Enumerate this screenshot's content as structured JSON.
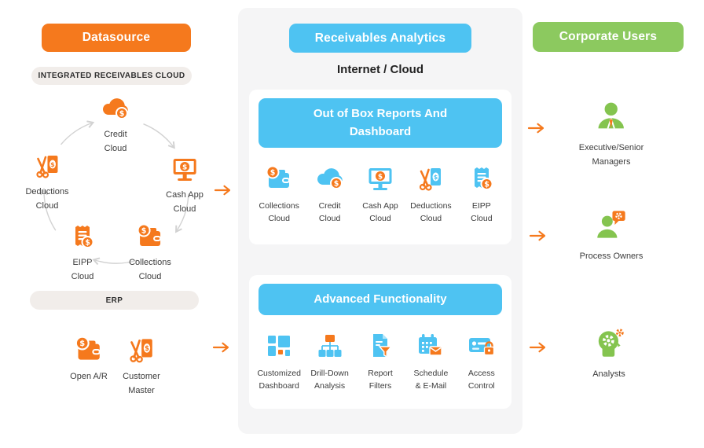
{
  "colors": {
    "orange": "#F5791D",
    "blue": "#4EC3F2",
    "green": "#8CC95F",
    "green_icon": "#84C44F",
    "cycle_arrow": "#D2D2D2",
    "pill_bg": "#F1EDEA",
    "panel_bg": "#F5F5F6",
    "white": "#FFFFFF"
  },
  "left": {
    "header": "Datasource",
    "integrated_pill": "INTEGRATED RECEIVABLES CLOUD",
    "cycle": [
      {
        "label": "Credit\nCloud",
        "icon": "cloud-dollar"
      },
      {
        "label": "Cash App\nCloud",
        "icon": "monitor-dollar"
      },
      {
        "label": "Collections\nCloud",
        "icon": "wallet-dollar"
      },
      {
        "label": "EIPP\nCloud",
        "icon": "receipt-dollar"
      },
      {
        "label": "Deductions\nCloud",
        "icon": "scissors-bill"
      }
    ],
    "erp_pill": "ERP",
    "erp_items": [
      {
        "label": "Open A/R",
        "icon": "wallet-dollar"
      },
      {
        "label": "Customer\nMaster",
        "icon": "scissors-bill"
      }
    ]
  },
  "middle": {
    "header": "Receivables Analytics",
    "subtitle": "Internet / Cloud",
    "sections": [
      {
        "title": "Out of Box Reports And Dashboard",
        "items": [
          {
            "label": "Collections\nCloud",
            "icon": "wallet-dollar"
          },
          {
            "label": "Credit\nCloud",
            "icon": "cloud-dollar"
          },
          {
            "label": "Cash App\nCloud",
            "icon": "monitor-dollar"
          },
          {
            "label": "Deductions\nCloud",
            "icon": "scissors-bill"
          },
          {
            "label": "EIPP\nCloud",
            "icon": "receipt-dollar"
          }
        ]
      },
      {
        "title": "Advanced Functionality",
        "items": [
          {
            "label": "Customized\nDashboard",
            "icon": "dashboard-grid"
          },
          {
            "label": "Drill-Down\nAnalysis",
            "icon": "drilldown-chart"
          },
          {
            "label": "Report\nFilters",
            "icon": "report-filter"
          },
          {
            "label": "Schedule\n& E-Mail",
            "icon": "schedule-email"
          },
          {
            "label": "Access\nControl",
            "icon": "access-control"
          }
        ]
      }
    ]
  },
  "right": {
    "header": "Corporate Users",
    "users": [
      {
        "label": "Executive/Senior\nManagers",
        "icon": "executive-person"
      },
      {
        "label": "Process Owners",
        "icon": "process-owner-person"
      },
      {
        "label": "Analysts",
        "icon": "analyst-head-gear"
      }
    ]
  }
}
